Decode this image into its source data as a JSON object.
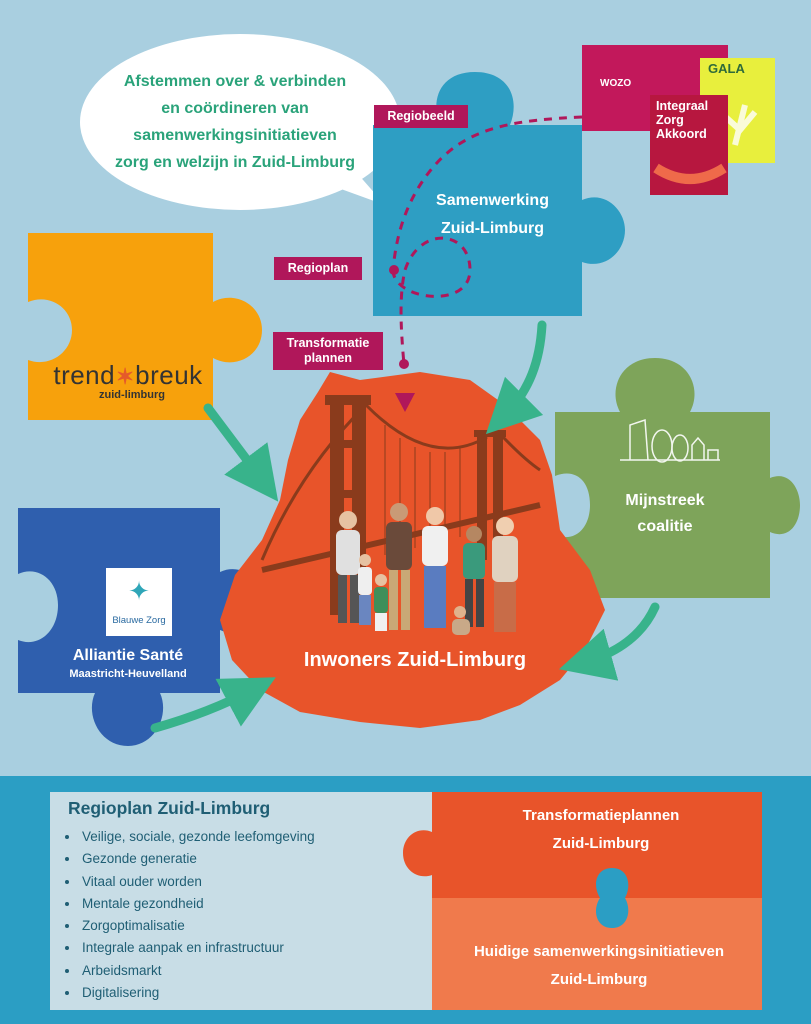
{
  "bubble": {
    "lines": [
      "Afstemmen over & verbinden",
      "en coördineren  van",
      "samenwerkingsinitiatieven",
      "zorg en welzijn in Zuid-Limburg"
    ]
  },
  "tags": {
    "regiobeeld": "Regiobeeld",
    "regioplan": "Regioplan",
    "transformatie_line1": "Transformatie",
    "transformatie_line2": "plannen"
  },
  "pieces": {
    "samenwerking_line1": "Samenwerking",
    "samenwerking_line2": "Zuid-Limburg",
    "trendbreuk_word1": "trend",
    "trendbreuk_word2": "breuk",
    "trendbreuk_sub": "zuid-limburg",
    "mijnstreek_line1": "Mijnstreek",
    "mijnstreek_line2": "coalitie",
    "blauwe_zorg": "Blauwe Zorg",
    "alliantie_line1": "Alliantie Santé",
    "alliantie_line2": "Maastricht-Heuvelland"
  },
  "center": {
    "title": "Inwoners Zuid-Limburg"
  },
  "documents": {
    "wozo": "WOZO",
    "gala": "GALA",
    "izа_line1": "Integraal",
    "iza_line1": "Integraal",
    "iza_line2": "Zorg",
    "iza_line3": "Akkoord"
  },
  "panel": {
    "title": "Regioplan Zuid-Limburg",
    "items": [
      "Veilige, sociale, gezonde leefomgeving",
      "Gezonde generatie",
      "Vitaal ouder worden",
      "Mentale gezondheid",
      "Zorgoptimalisatie",
      "Integrale aanpak en infrastructuur",
      "Arbeidsmarkt",
      "Digitalisering"
    ],
    "transformatie_line1": "Transformatieplannen",
    "transformatie_line2": "Zuid-Limburg",
    "huidige_line1": "Huidige samenwerkingsinitiatieven",
    "huidige_line2": "Zuid-Limburg"
  },
  "colors": {
    "background": "#a9cfe0",
    "teal_piece": "#2e9ec3",
    "orange_piece": "#f7a10c",
    "green_piece": "#7ea45a",
    "blue_piece": "#2f5fae",
    "center_orange": "#e8542a",
    "tag_magenta": "#b0175a",
    "arrow_green": "#38b38b",
    "bottom_band": "#2b9ec4"
  }
}
